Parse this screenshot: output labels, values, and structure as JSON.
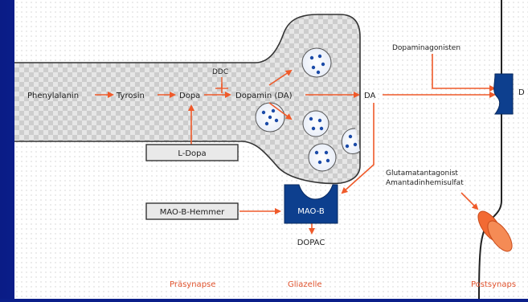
{
  "colors": {
    "arrow": "#ef5a2a",
    "receptor": "#0d3f8e",
    "vesicle_dot": "#1a4aa8",
    "region_label": "#e0532e",
    "neuron_fill": "#d7d7d7",
    "neuron_stroke": "#333333",
    "panel": "#ffffff"
  },
  "pathway": {
    "phenylalanin": "Phenylalanin",
    "tyrosin": "Tyrosin",
    "dopa": "Dopa",
    "ddc": "DDC",
    "dopamin": "Dopamin (DA)",
    "da": "DA"
  },
  "boxes": {
    "l_dopa": "L-Dopa",
    "mao_b_hemmer": "MAO-B-Hemmer"
  },
  "mao_b": {
    "label": "MAO-B",
    "product": "DOPAC"
  },
  "labels": {
    "dopaminagonisten": "Dopaminagonisten",
    "receptor_partial": "D",
    "glutamat_line1": "Glutamatantagonist",
    "glutamat_line2": "Amantadinhemisulfat"
  },
  "regions": {
    "praesynapse": "Präsynapse",
    "gliazelle": "Gliazelle",
    "postsynapse": "Postsynaps"
  }
}
